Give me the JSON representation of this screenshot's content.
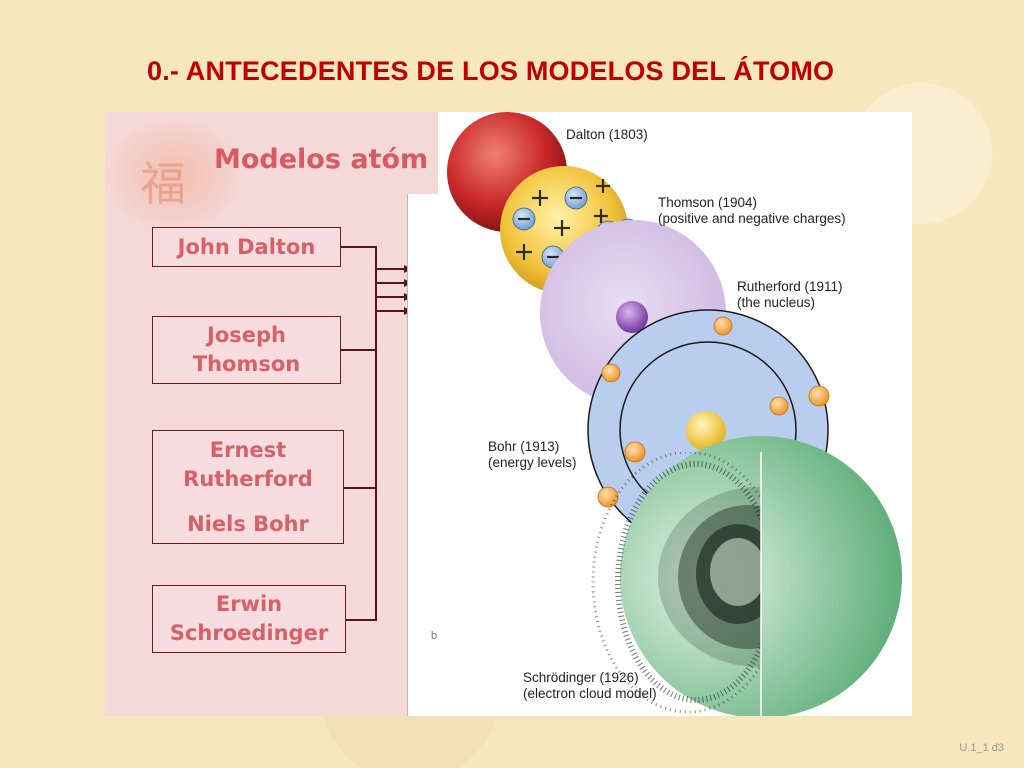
{
  "slide": {
    "title": "0.- ANTECEDENTES DE LOS MODELOS DEL ÁTOMO",
    "footer": "U.1_1 d3"
  },
  "left_panel": {
    "title": "Modelos atóm",
    "lantern_char": "福",
    "names": [
      {
        "lines": [
          "John Dalton"
        ]
      },
      {
        "lines": [
          "Joseph",
          "Thomson"
        ]
      },
      {
        "lines": [
          "Ernest",
          "Rutherford",
          "Niels Bohr"
        ]
      },
      {
        "lines": [
          "Erwin",
          "Schroedinger"
        ]
      }
    ],
    "side_letter": "b"
  },
  "models": [
    {
      "name": "Dalton (1803)",
      "note": ""
    },
    {
      "name": "Thomson (1904)",
      "note": "(positive and negative charges)"
    },
    {
      "name": "Rutherford (1911)",
      "note": "(the nucleus)"
    },
    {
      "name": "Bohr (1913)",
      "note": "(energy levels)"
    },
    {
      "name": "Schrödinger (1926)",
      "note": "(electron cloud model)"
    }
  ],
  "colors": {
    "title": "#c00000",
    "name_text": "#d86168",
    "dalton": "#c8282a",
    "thomson": "#f2c23a",
    "rutherford": "#d9c4e8",
    "bohr": "#b9cdef",
    "schrodinger": "#5fae7a"
  }
}
